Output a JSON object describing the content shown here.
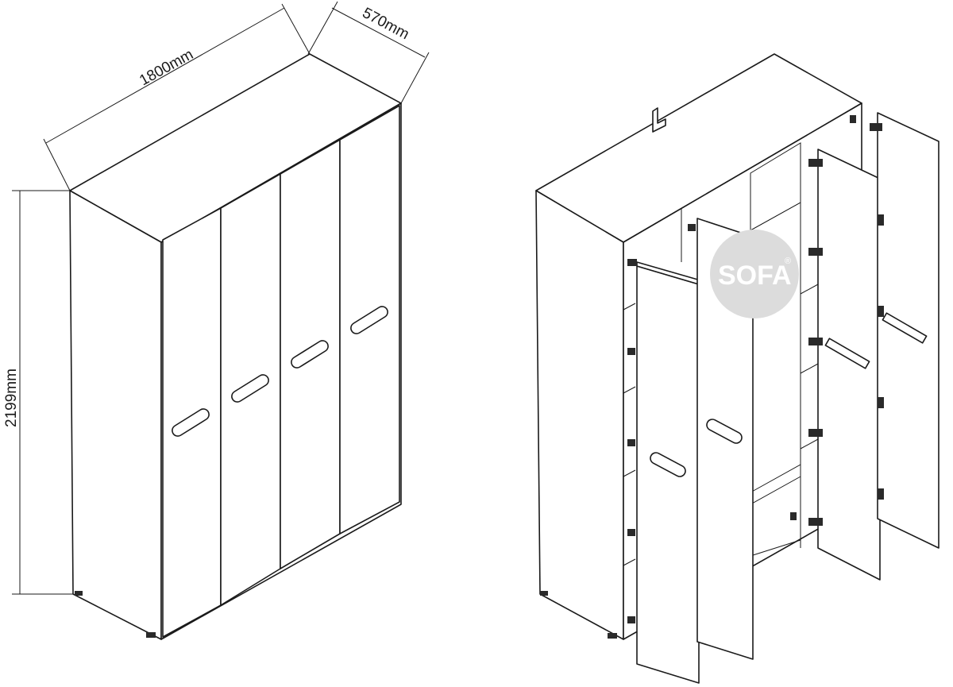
{
  "dimensions": {
    "width": "1800mm",
    "depth": "570mm",
    "height": "2199mm"
  },
  "watermark": {
    "text": "SOFA",
    "mark": "®",
    "color": "#dcdcdc"
  },
  "colors": {
    "line": "#1a1a1a",
    "background": "#ffffff"
  }
}
